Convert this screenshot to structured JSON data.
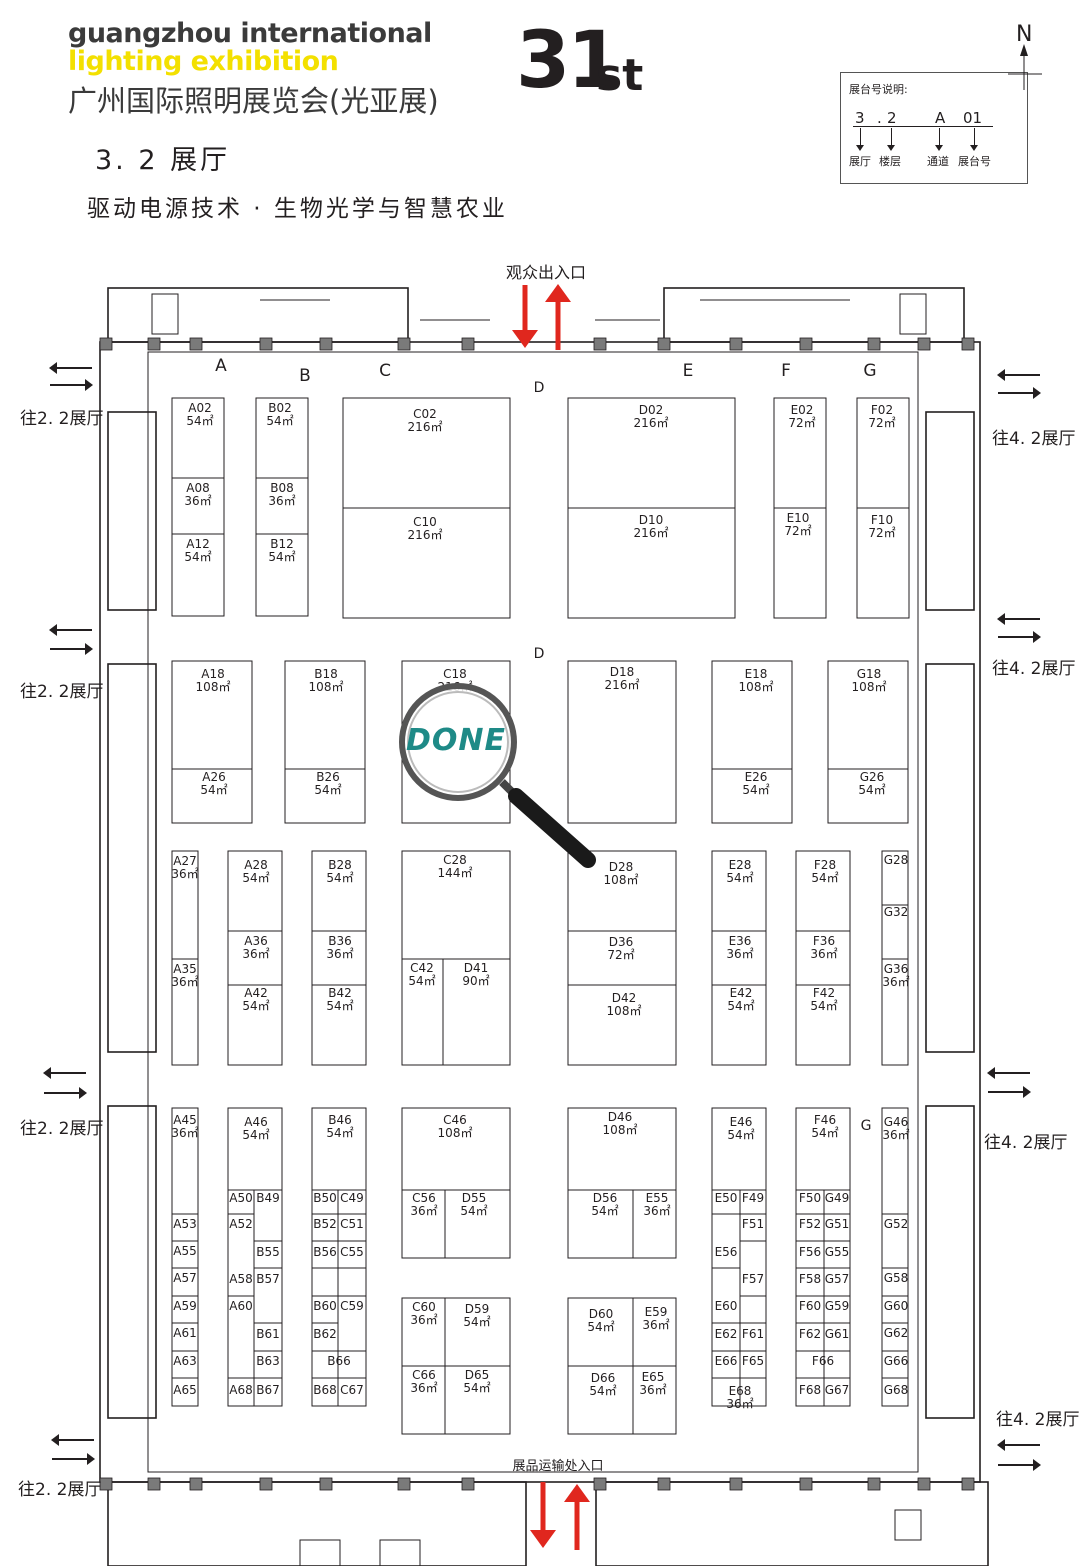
{
  "header": {
    "line1": "guangzhou international",
    "line2": "lighting exhibition",
    "chinese": "广州国际照明展览会(光亚展)",
    "edition_number": "31",
    "edition_suffix": "st",
    "hall": "3. 2 展厅",
    "theme": "驱动电源技术 · 生物光学与智慧农业"
  },
  "legend": {
    "title": "展台号说明:",
    "code": {
      "hall": "3",
      "dot": ".",
      "floor": "2",
      "aisle": "A",
      "booth": "01"
    },
    "labels": {
      "hall": "展厅",
      "floor": "楼层",
      "aisle": "通道",
      "booth": "展台号"
    }
  },
  "compass": "N",
  "entrances": {
    "visitor": "观众出入口",
    "goods": "展品运输处入口"
  },
  "routes": {
    "left": "往2. 2展厅",
    "right": "往4. 2展厅"
  },
  "aisles": [
    "A",
    "B",
    "C",
    "D",
    "E",
    "F",
    "G",
    "D",
    "G"
  ],
  "logo_text": "DONE",
  "booths": [
    {
      "id": "A02",
      "area": "54㎡"
    },
    {
      "id": "A08",
      "area": "36㎡"
    },
    {
      "id": "A12",
      "area": "54㎡"
    },
    {
      "id": "B02",
      "area": "54㎡"
    },
    {
      "id": "B08",
      "area": "36㎡"
    },
    {
      "id": "B12",
      "area": "54㎡"
    },
    {
      "id": "C02",
      "area": "216㎡"
    },
    {
      "id": "C10",
      "area": "216㎡"
    },
    {
      "id": "D02",
      "area": "216㎡"
    },
    {
      "id": "D10",
      "area": "216㎡"
    },
    {
      "id": "E02",
      "area": "72㎡"
    },
    {
      "id": "E10",
      "area": "72㎡"
    },
    {
      "id": "F02",
      "area": "72㎡"
    },
    {
      "id": "F10",
      "area": "72㎡"
    },
    {
      "id": "A18",
      "area": "108㎡"
    },
    {
      "id": "A26",
      "area": "54㎡"
    },
    {
      "id": "B18",
      "area": "108㎡"
    },
    {
      "id": "B26",
      "area": "54㎡"
    },
    {
      "id": "C18",
      "area": "216㎡"
    },
    {
      "id": "D18",
      "area": "216㎡"
    },
    {
      "id": "E18",
      "area": "108㎡"
    },
    {
      "id": "E26",
      "area": "54㎡"
    },
    {
      "id": "G18",
      "area": "108㎡"
    },
    {
      "id": "G26",
      "area": "54㎡"
    },
    {
      "id": "A27",
      "area": "36㎡"
    },
    {
      "id": "A35",
      "area": "36㎡"
    },
    {
      "id": "A28",
      "area": "54㎡"
    },
    {
      "id": "A36",
      "area": "36㎡"
    },
    {
      "id": "A42",
      "area": "54㎡"
    },
    {
      "id": "B28",
      "area": "54㎡"
    },
    {
      "id": "B36",
      "area": "36㎡"
    },
    {
      "id": "B42",
      "area": "54㎡"
    },
    {
      "id": "C28",
      "area": "144㎡"
    },
    {
      "id": "C42",
      "area": "54㎡"
    },
    {
      "id": "D41",
      "area": "90㎡"
    },
    {
      "id": "D28",
      "area": "108㎡"
    },
    {
      "id": "D36",
      "area": "72㎡"
    },
    {
      "id": "D42",
      "area": "108㎡"
    },
    {
      "id": "E28",
      "area": "54㎡"
    },
    {
      "id": "E36",
      "area": "36㎡"
    },
    {
      "id": "E42",
      "area": "54㎡"
    },
    {
      "id": "F28",
      "area": "54㎡"
    },
    {
      "id": "F36",
      "area": "36㎡"
    },
    {
      "id": "F42",
      "area": "54㎡"
    },
    {
      "id": "G28",
      "area": ""
    },
    {
      "id": "G32",
      "area": ""
    },
    {
      "id": "G36",
      "area": "36㎡"
    },
    {
      "id": "A45",
      "area": "36㎡"
    },
    {
      "id": "A46",
      "area": "54㎡"
    },
    {
      "id": "B46",
      "area": "54㎡"
    },
    {
      "id": "C46",
      "area": "108㎡"
    },
    {
      "id": "C56",
      "area": "36㎡"
    },
    {
      "id": "D55",
      "area": "54㎡"
    },
    {
      "id": "D46",
      "area": "108㎡"
    },
    {
      "id": "D56",
      "area": "54㎡"
    },
    {
      "id": "E55",
      "area": "36㎡"
    },
    {
      "id": "E46",
      "area": "54㎡"
    },
    {
      "id": "F46",
      "area": "54㎡"
    },
    {
      "id": "G46",
      "area": "36㎡"
    },
    {
      "id": "C60",
      "area": "36㎡"
    },
    {
      "id": "D59",
      "area": "54㎡"
    },
    {
      "id": "C66",
      "area": "36㎡"
    },
    {
      "id": "D65",
      "area": "54㎡"
    },
    {
      "id": "D60",
      "area": "54㎡"
    },
    {
      "id": "E59",
      "area": "36㎡"
    },
    {
      "id": "D66",
      "area": "54㎡"
    },
    {
      "id": "E65",
      "area": "36㎡"
    },
    {
      "id": "E68",
      "area": "36㎡"
    }
  ],
  "small_booths": [
    "A53",
    "A55",
    "A57",
    "A59",
    "A61",
    "A63",
    "A65",
    "A50",
    "B49",
    "A52",
    "B55",
    "A58",
    "B57",
    "A60",
    "B61",
    "B63",
    "A68",
    "B67",
    "B50",
    "C49",
    "B52",
    "C51",
    "B56",
    "C55",
    "B60",
    "C59",
    "B62",
    "B66",
    "B68",
    "C67",
    "E50",
    "F49",
    "F51",
    "E56",
    "F57",
    "E60",
    "E62",
    "F61",
    "E66",
    "F65",
    "F50",
    "G49",
    "F52",
    "G51",
    "F56",
    "G55",
    "F58",
    "G57",
    "F60",
    "G59",
    "F62",
    "G61",
    "F66",
    "F68",
    "G67",
    "G52",
    "G58",
    "G60",
    "G62",
    "G66",
    "G68"
  ]
}
